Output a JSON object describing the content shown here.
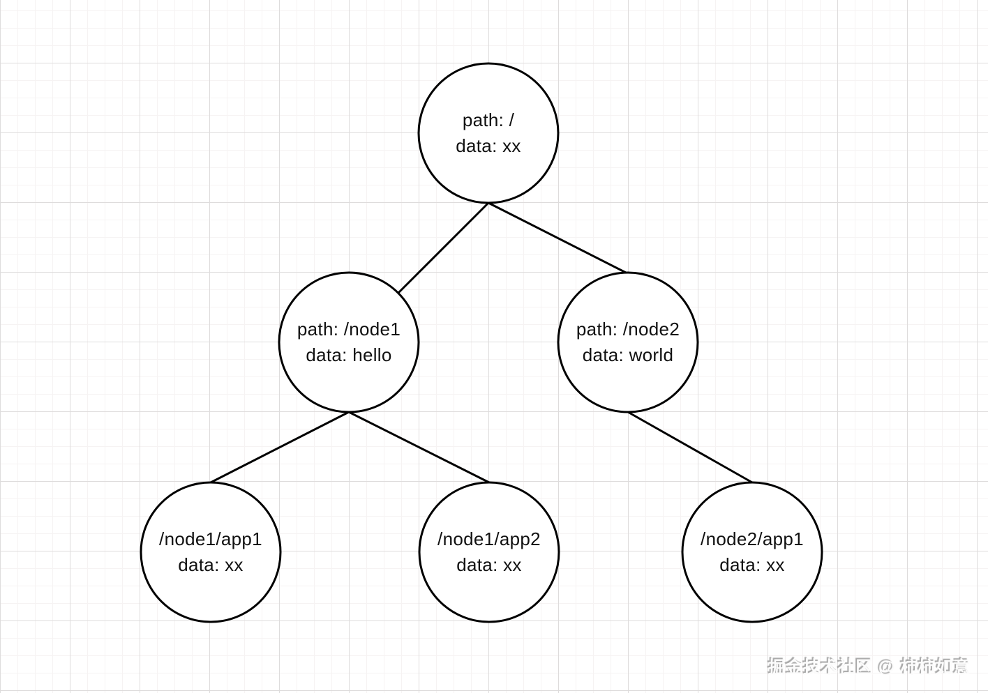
{
  "diagram": {
    "type": "tree",
    "nodes": [
      {
        "id": "root",
        "line1": "path: /",
        "line2": "data: xx"
      },
      {
        "id": "node1",
        "line1": "path: /node1",
        "line2": "data: hello"
      },
      {
        "id": "node2",
        "line1": "path: /node2",
        "line2": "data: world"
      },
      {
        "id": "node1-app1",
        "line1": "/node1/app1",
        "line2": "data: xx"
      },
      {
        "id": "node1-app2",
        "line1": "/node1/app2",
        "line2": "data: xx"
      },
      {
        "id": "node2-app1",
        "line1": "/node2/app1",
        "line2": "data: xx"
      }
    ],
    "edges": [
      {
        "from": "root",
        "to": "node1"
      },
      {
        "from": "root",
        "to": "node2"
      },
      {
        "from": "node1",
        "to": "node1-app1"
      },
      {
        "from": "node1",
        "to": "node1-app2"
      },
      {
        "from": "node2",
        "to": "node2-app1"
      }
    ],
    "colors": {
      "node_stroke": "#000000",
      "node_fill": "#ffffff",
      "edge_stroke": "#000000",
      "text": "#111111",
      "grid_major": "#dedcdc",
      "grid_minor": "#f6f3f3",
      "background": "#ffffff"
    }
  },
  "watermark": {
    "text": "掘金技术社区 @ 柿柿如意"
  }
}
